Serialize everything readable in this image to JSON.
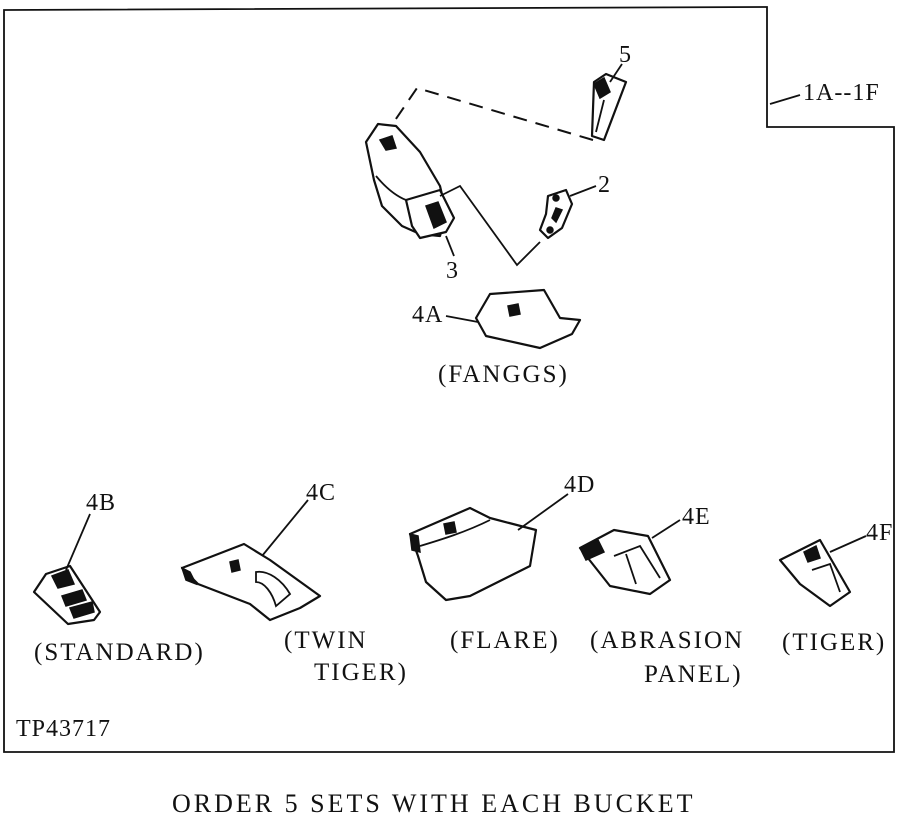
{
  "diagram": {
    "group_label": "1A--1F",
    "callouts": {
      "c5": "5",
      "c2": "2",
      "c3": "3",
      "c4a": "4A",
      "c4b": "4B",
      "c4c": "4C",
      "c4d": "4D",
      "c4e": "4E",
      "c4f": "4F"
    },
    "captions": {
      "fanggs": "(FANGGS)",
      "standard": "(STANDARD)",
      "twin_tiger_1": "(TWIN",
      "twin_tiger_2": "TIGER)",
      "flare": "(FLARE)",
      "abrasion_1": "(ABRASION",
      "abrasion_2": "PANEL)",
      "tiger": "(TIGER)"
    },
    "figure_id": "TP43717",
    "footer": "ORDER 5 SETS WITH EACH BUCKET"
  }
}
